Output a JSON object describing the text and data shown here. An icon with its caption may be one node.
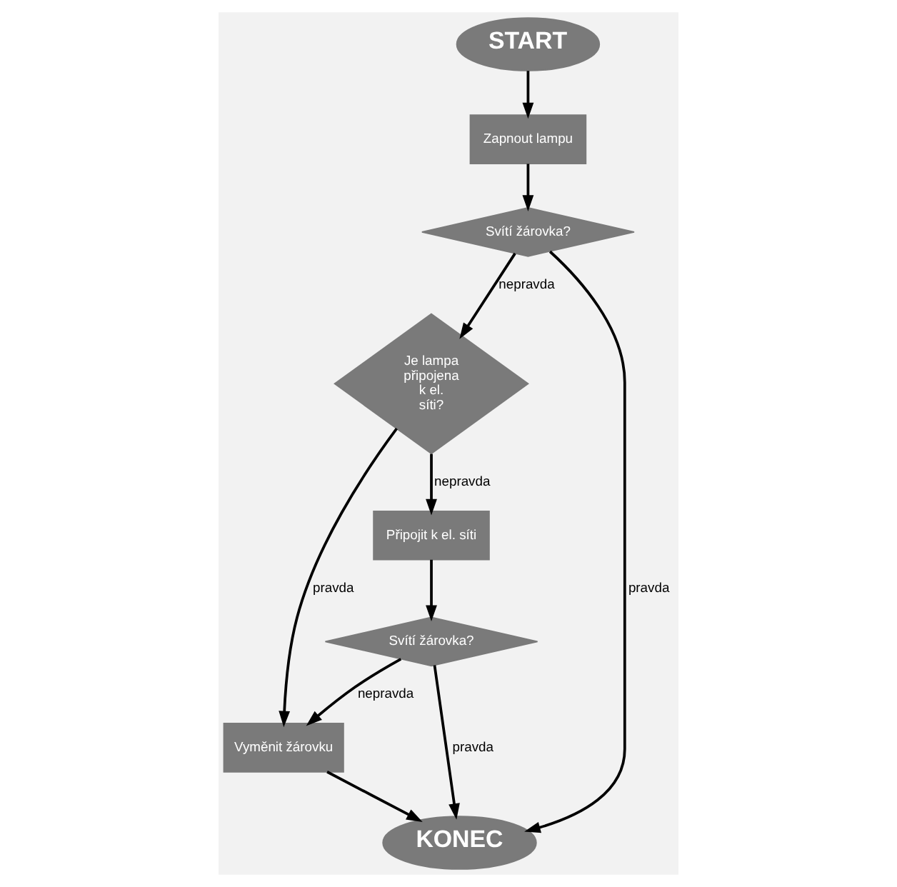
{
  "diagram": {
    "nodes": [
      {
        "text": [
          "START"
        ]
      },
      {
        "text": [
          "Zapnout lampu"
        ]
      },
      {
        "text": [
          "Svítí žárovka?"
        ]
      },
      {
        "text": [
          "Je lampa připojena k el. síti?"
        ]
      },
      {
        "text": [
          "Připojit k el. síti"
        ]
      },
      {
        "text": [
          "Svítí žárovka?"
        ]
      },
      {
        "text": [
          "Vyměnit žárovku"
        ]
      },
      {
        "text": [
          "KONEC"
        ]
      }
    ],
    "edges": [
      {
        "from": 0,
        "to": 1,
        "arrow": "to"
      },
      {
        "from": 1,
        "to": 2,
        "arrow": "to"
      },
      {
        "from": 2,
        "to": 3,
        "label": "nepravda",
        "arrow": "to"
      },
      {
        "from": 2,
        "to": 7,
        "label": "pravda",
        "arrow": "to"
      },
      {
        "from": 3,
        "to": 4,
        "label": "nepravda",
        "arrow": "to"
      },
      {
        "from": 3,
        "to": 6,
        "label": "pravda",
        "arrow": "to"
      },
      {
        "from": 4,
        "to": 5,
        "arrow": "to"
      },
      {
        "from": 5,
        "to": 6,
        "label": "nepravda",
        "arrow": "to"
      },
      {
        "from": 5,
        "to": 7,
        "label": "pravda",
        "arrow": "to"
      },
      {
        "from": 6,
        "to": 7,
        "arrow": "to"
      }
    ]
  }
}
